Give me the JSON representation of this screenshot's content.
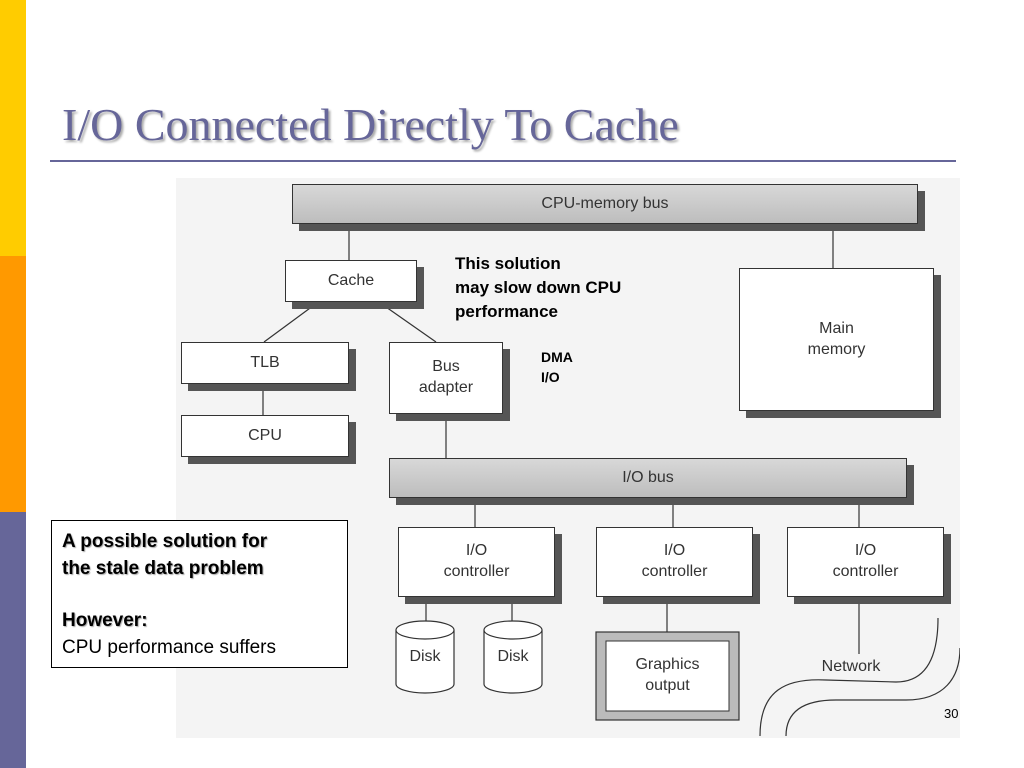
{
  "slide": {
    "title": "I/O Connected Directly To Cache",
    "page_number": "30"
  },
  "diagram": {
    "cpu_memory_bus": "CPU-memory bus",
    "cache": "Cache",
    "tlb": "TLB",
    "cpu": "CPU",
    "bus_adapter": "Bus\nadapter",
    "main_memory": "Main\nmemory",
    "io_bus": "I/O bus",
    "io_controller_1": "I/O\ncontroller",
    "io_controller_2": "I/O\ncontroller",
    "io_controller_3": "I/O\ncontroller",
    "disk_1": "Disk",
    "disk_2": "Disk",
    "graphics_output": "Graphics\noutput",
    "network": "Network"
  },
  "annotations": {
    "slowdown_note": "This solution\nmay slow down CPU\nperformance",
    "dma_label": "DMA\nI/O"
  },
  "callout": {
    "line1": "A possible solution for",
    "line2": "the stale data problem",
    "line3": "However:",
    "line4": "CPU performance suffers"
  }
}
